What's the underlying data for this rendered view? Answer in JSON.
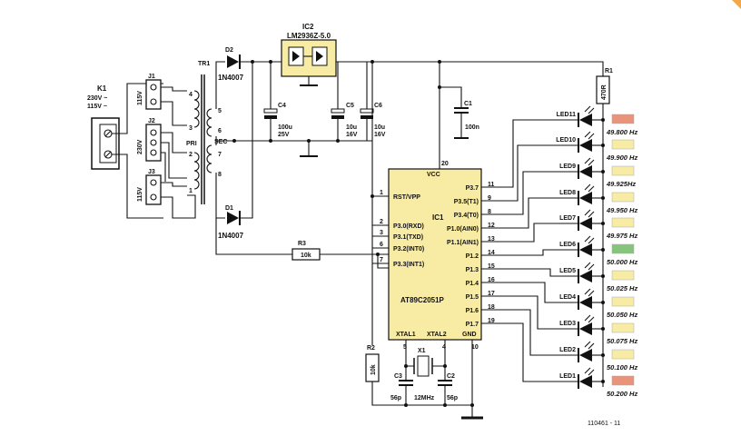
{
  "title_block": {
    "fig": "110461 - 11"
  },
  "mains": {
    "ref": "K1",
    "v1": "230V ~",
    "v2": "115V ~"
  },
  "jumpers": [
    {
      "ref": "J1",
      "val": "115V"
    },
    {
      "ref": "J2",
      "val": "230V"
    },
    {
      "ref": "J3",
      "val": "115V"
    }
  ],
  "transformer": {
    "ref": "TR1",
    "pri": "PRI",
    "sec": "SEC",
    "pins_pri": [
      "4",
      "3",
      "2",
      "1"
    ],
    "pins_sec": [
      "5",
      "6",
      "7",
      "8"
    ]
  },
  "diodes": {
    "d1": "D1",
    "d2": "D2",
    "part": "1N4007"
  },
  "regulator": {
    "ref": "IC2",
    "part": "LM2936Z-5.0"
  },
  "caps": {
    "c4": {
      "ref": "C4",
      "v1": "100u",
      "v2": "25V"
    },
    "c5": {
      "ref": "C5",
      "v1": "10u",
      "v2": "16V"
    },
    "c6": {
      "ref": "C6",
      "v1": "10u",
      "v2": "16V"
    },
    "c1": {
      "ref": "C1",
      "v1": "100n"
    },
    "c2": {
      "ref": "C2",
      "v1": "56p"
    },
    "c3": {
      "ref": "C3",
      "v1": "56p"
    }
  },
  "resistors": {
    "r1": {
      "ref": "R1",
      "val": "470R"
    },
    "r2": {
      "ref": "R2",
      "val": "10k"
    },
    "r3": {
      "ref": "R3",
      "val": "10k"
    }
  },
  "crystal": {
    "ref": "X1",
    "val": "12MHz"
  },
  "mcu": {
    "ref": "IC1",
    "part": "AT89C2051P",
    "vcc": "VCC",
    "vcc_pin": "20",
    "left": [
      {
        "pin": "1",
        "name": "RST/VPP"
      },
      {
        "pin": "2",
        "name": "P3.0(RXD)"
      },
      {
        "pin": "3",
        "name": "P3.1(TXD)"
      },
      {
        "pin": "6",
        "name": "P3.2(INT0)"
      },
      {
        "pin": "7",
        "name": "P3.3(INT1)"
      }
    ],
    "right": [
      {
        "pin": "11",
        "name": "P3.7"
      },
      {
        "pin": "9",
        "name": "P3.5(T1)"
      },
      {
        "pin": "8",
        "name": "P3.4(T0)"
      },
      {
        "pin": "12",
        "name": "P1.0(AIN0)"
      },
      {
        "pin": "13",
        "name": "P1.1(AIN1)"
      },
      {
        "pin": "14",
        "name": "P1.2"
      },
      {
        "pin": "15",
        "name": "P1.3"
      },
      {
        "pin": "16",
        "name": "P1.4"
      },
      {
        "pin": "17",
        "name": "P1.5"
      },
      {
        "pin": "18",
        "name": "P1.6"
      },
      {
        "pin": "19",
        "name": "P1.7"
      }
    ],
    "bottom": [
      {
        "pin": "5",
        "name": "XTAL1"
      },
      {
        "pin": "4",
        "name": "XTAL2"
      },
      {
        "pin": "10",
        "name": "GND"
      }
    ]
  },
  "leds": [
    {
      "ref": "LED11",
      "freq": "49.800 Hz",
      "color": "#e8937a"
    },
    {
      "ref": "LED10",
      "freq": "49.900 Hz",
      "color": "#f8eca4"
    },
    {
      "ref": "LED9",
      "freq": "49.925Hz",
      "color": "#f8eca4"
    },
    {
      "ref": "LED8",
      "freq": "49.950 Hz",
      "color": "#f8eca4"
    },
    {
      "ref": "LED7",
      "freq": "49.975 Hz",
      "color": "#f8eca4"
    },
    {
      "ref": "LED6",
      "freq": "50.000 Hz",
      "color": "#86c47e"
    },
    {
      "ref": "LED5",
      "freq": "50.025 Hz",
      "color": "#f8eca4"
    },
    {
      "ref": "LED4",
      "freq": "50.050 Hz",
      "color": "#f8eca4"
    },
    {
      "ref": "LED3",
      "freq": "50.075 Hz",
      "color": "#f8eca4"
    },
    {
      "ref": "LED2",
      "freq": "50.100 Hz",
      "color": "#f8eca4"
    },
    {
      "ref": "LED1",
      "freq": "50.200 Hz",
      "color": "#e8937a"
    }
  ]
}
